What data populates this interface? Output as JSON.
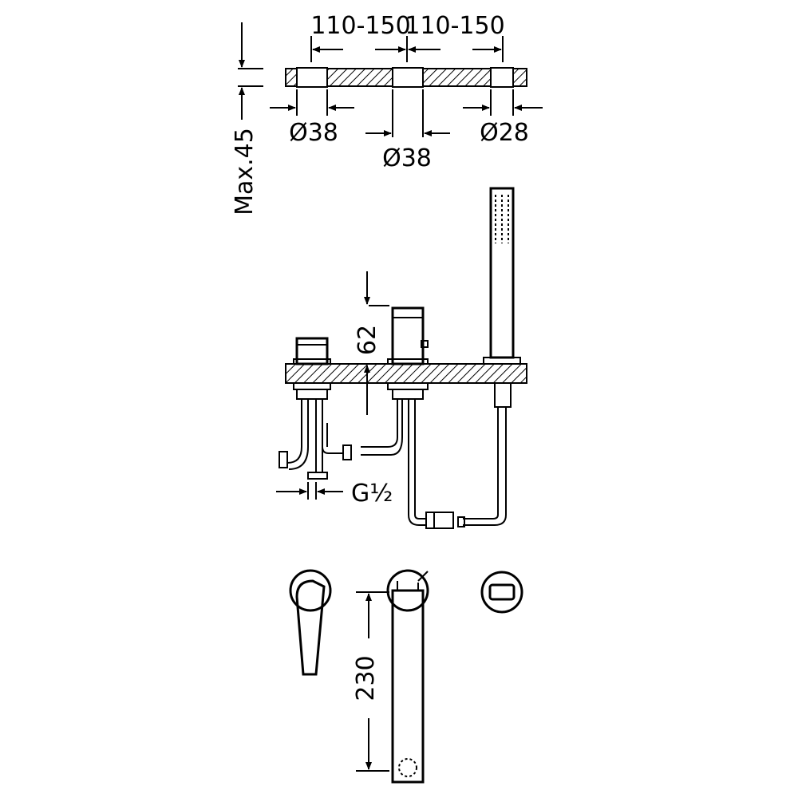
{
  "dimensions": {
    "spacing_left": "110-150",
    "spacing_right": "110-150",
    "max_deck_thickness": "Max.45",
    "hole_left_diameter": "Ø38",
    "hole_center_diameter": "Ø38",
    "hole_right_diameter": "Ø28",
    "spout_height": "62",
    "inlet_thread": "G½",
    "spout_reach": "230"
  }
}
